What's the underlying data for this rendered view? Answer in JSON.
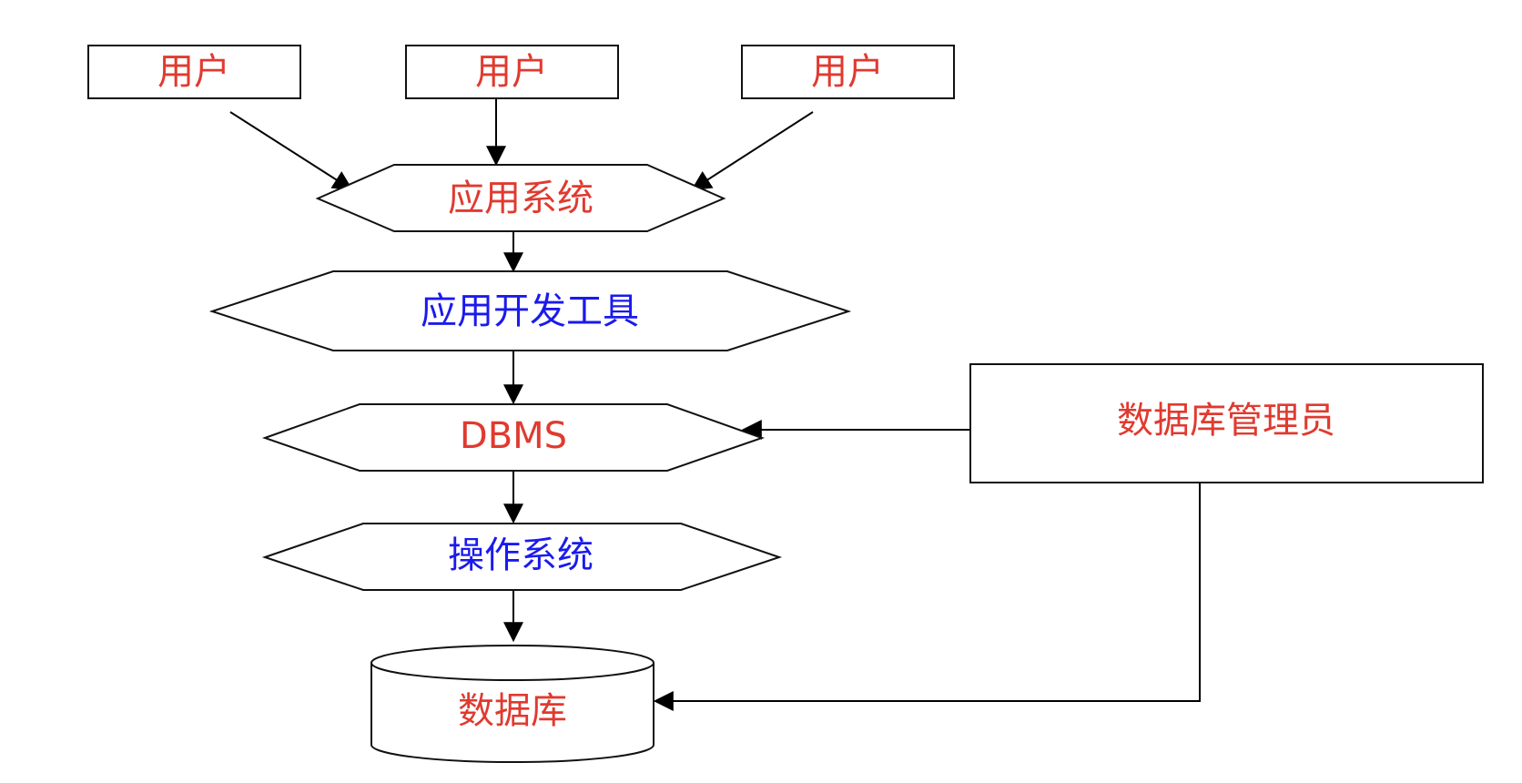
{
  "colors": {
    "red_text": "#e03a2f",
    "blue_text": "#1a1aee",
    "stroke": "#111111"
  },
  "nodes": {
    "user_left": {
      "label": "用户",
      "color": "#e03a2f",
      "shape": "rectangle"
    },
    "user_middle": {
      "label": "用户",
      "color": "#e03a2f",
      "shape": "rectangle"
    },
    "user_right": {
      "label": "用户",
      "color": "#e03a2f",
      "shape": "rectangle"
    },
    "application_system": {
      "label": "应用系统",
      "color": "#e03a2f",
      "shape": "hexagon"
    },
    "application_dev_tools": {
      "label": "应用开发工具",
      "color": "#1a1aee",
      "shape": "hexagon"
    },
    "dbms": {
      "label": "DBMS",
      "color": "#e03a2f",
      "shape": "hexagon"
    },
    "operating_system": {
      "label": "操作系统",
      "color": "#1a1aee",
      "shape": "hexagon"
    },
    "database": {
      "label": "数据库",
      "color": "#e03a2f",
      "shape": "cylinder"
    },
    "db_administrator": {
      "label": "数据库管理员",
      "color": "#e03a2f",
      "shape": "rectangle"
    }
  },
  "edges": [
    {
      "from": "user_left",
      "to": "application_system"
    },
    {
      "from": "user_middle",
      "to": "application_system"
    },
    {
      "from": "user_right",
      "to": "application_system"
    },
    {
      "from": "application_system",
      "to": "application_dev_tools"
    },
    {
      "from": "application_dev_tools",
      "to": "dbms"
    },
    {
      "from": "dbms",
      "to": "operating_system"
    },
    {
      "from": "operating_system",
      "to": "database"
    },
    {
      "from": "db_administrator",
      "to": "dbms"
    },
    {
      "from": "db_administrator",
      "to": "database"
    }
  ]
}
